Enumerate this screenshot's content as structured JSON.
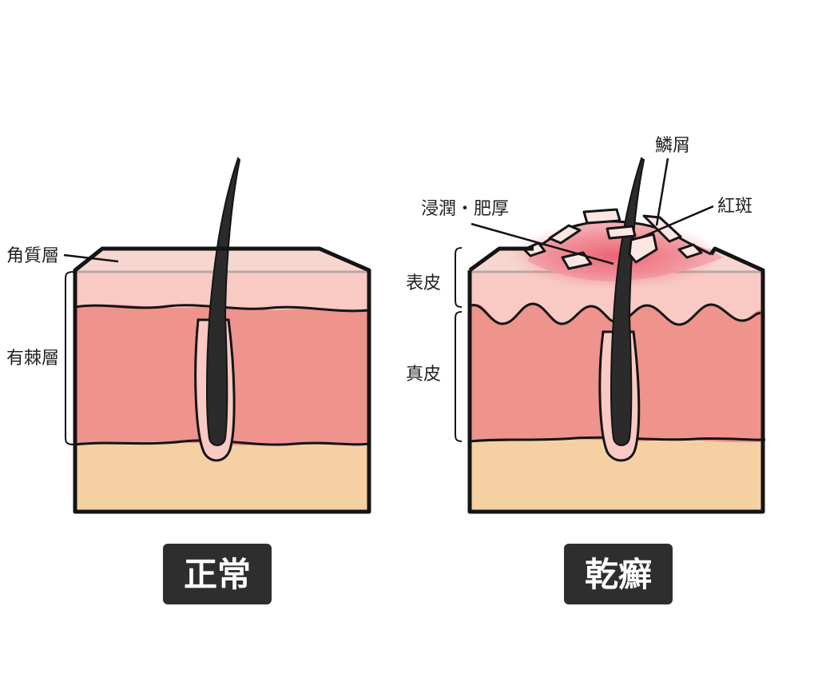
{
  "normal": {
    "caption": "正常",
    "labels": {
      "stratum_corneum": "角質層",
      "spinous_layer": "有棘層"
    }
  },
  "psoriasis": {
    "caption": "乾癬",
    "labels": {
      "scale": "鱗屑",
      "infiltration": "浸潤・肥厚",
      "erythema": "紅斑",
      "epidermis": "表皮",
      "dermis": "真皮"
    }
  },
  "colors": {
    "outline": "#141414",
    "corneum": "#f7d6cf",
    "epidermis": "#f9c9c4",
    "dermis": "#ef938d",
    "subcutis": "#f5d0a3",
    "hair": "#2b2b2b",
    "erythema": "#ea5a6a",
    "caption_bg": "#2e2e2e"
  }
}
